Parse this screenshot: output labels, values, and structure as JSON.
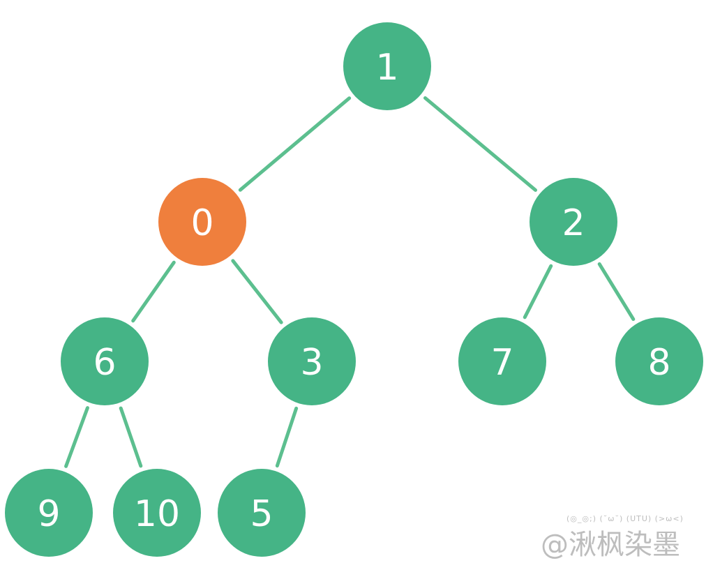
{
  "diagram": {
    "type": "binary-tree",
    "colors": {
      "node": "#45b486",
      "highlight": "#ef7f3d",
      "edge": "#5cbf8f",
      "label": "#ffffff"
    },
    "nodes": [
      {
        "id": "n1",
        "label": "1",
        "highlighted": false
      },
      {
        "id": "n0",
        "label": "0",
        "highlighted": true
      },
      {
        "id": "n2",
        "label": "2",
        "highlighted": false
      },
      {
        "id": "n6",
        "label": "6",
        "highlighted": false
      },
      {
        "id": "n3",
        "label": "3",
        "highlighted": false
      },
      {
        "id": "n7",
        "label": "7",
        "highlighted": false
      },
      {
        "id": "n8",
        "label": "8",
        "highlighted": false
      },
      {
        "id": "n9",
        "label": "9",
        "highlighted": false
      },
      {
        "id": "n10",
        "label": "10",
        "highlighted": false
      },
      {
        "id": "n5",
        "label": "5",
        "highlighted": false
      }
    ],
    "edges": [
      [
        "n1",
        "n0"
      ],
      [
        "n1",
        "n2"
      ],
      [
        "n0",
        "n6"
      ],
      [
        "n0",
        "n3"
      ],
      [
        "n2",
        "n7"
      ],
      [
        "n2",
        "n8"
      ],
      [
        "n6",
        "n9"
      ],
      [
        "n6",
        "n10"
      ],
      [
        "n3",
        "n5"
      ]
    ]
  },
  "watermark": {
    "kaomoji": "(◎_◎;) (˘ω˘) (UTU) (>ω<)",
    "text": "@湫枫染墨"
  }
}
